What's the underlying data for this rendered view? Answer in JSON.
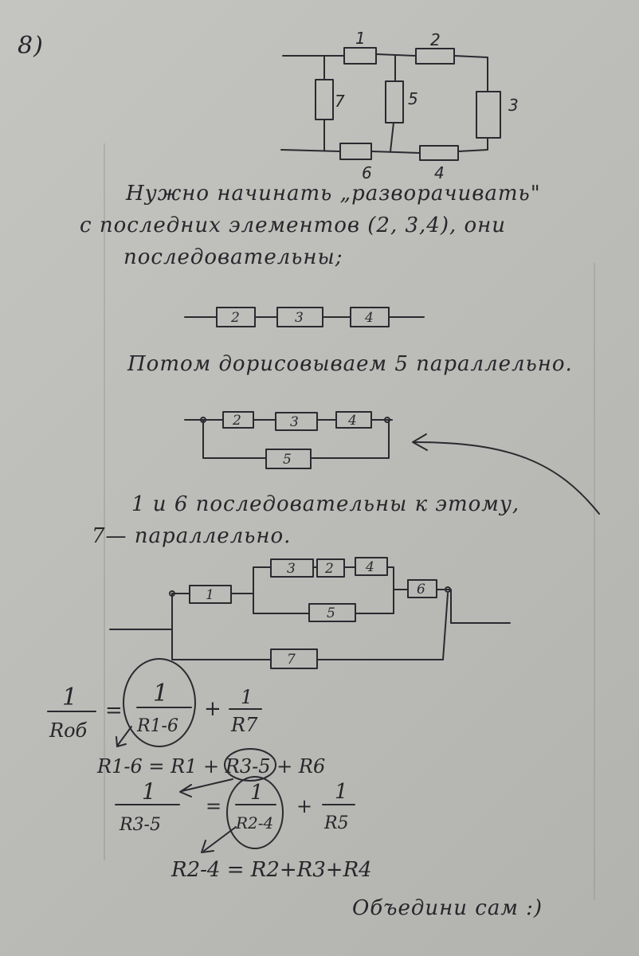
{
  "problem_number": "8)",
  "top_circuit": {
    "labels": [
      "1",
      "2",
      "3",
      "4",
      "5",
      "6",
      "7"
    ]
  },
  "text": {
    "line1": "Нужно начинать „разворачивать\"",
    "line2": "с последних элементов (2, 3,4), они",
    "line3": "последовательны;",
    "line4": "Потом дорисовываем 5 параллельно.",
    "line5": "1 и 6 последовательны к этому,",
    "line6": "7— параллельно.",
    "closing": "Объедини сам :)"
  },
  "series_boxes": [
    "2",
    "3",
    "4"
  ],
  "parallel5": {
    "top": [
      "2",
      "3",
      "4"
    ],
    "bottom": "5"
  },
  "full": {
    "left": "1",
    "top": [
      "3",
      "2",
      "4"
    ],
    "middle": "5",
    "right": "6",
    "bottom": "7"
  },
  "formulas": {
    "f1_num": "1",
    "f1_den": "Rоб",
    "f1_eq": "=",
    "f1_t1_num": "1",
    "f1_t1_den": "R1-6",
    "f1_plus": "+",
    "f1_t2_num": "1",
    "f1_t2_den": "R7",
    "f2": "R1-6 = R1 + R3-5 + R6",
    "f3_num": "1",
    "f3_den": "R3-5",
    "f3_eq": "=",
    "f3_t1_num": "1",
    "f3_t1_den": "R2-4",
    "f3_plus": "+",
    "f3_t2_num": "1",
    "f3_t2_den": "R5",
    "f4": "R2-4 = R2+R3+R4"
  }
}
